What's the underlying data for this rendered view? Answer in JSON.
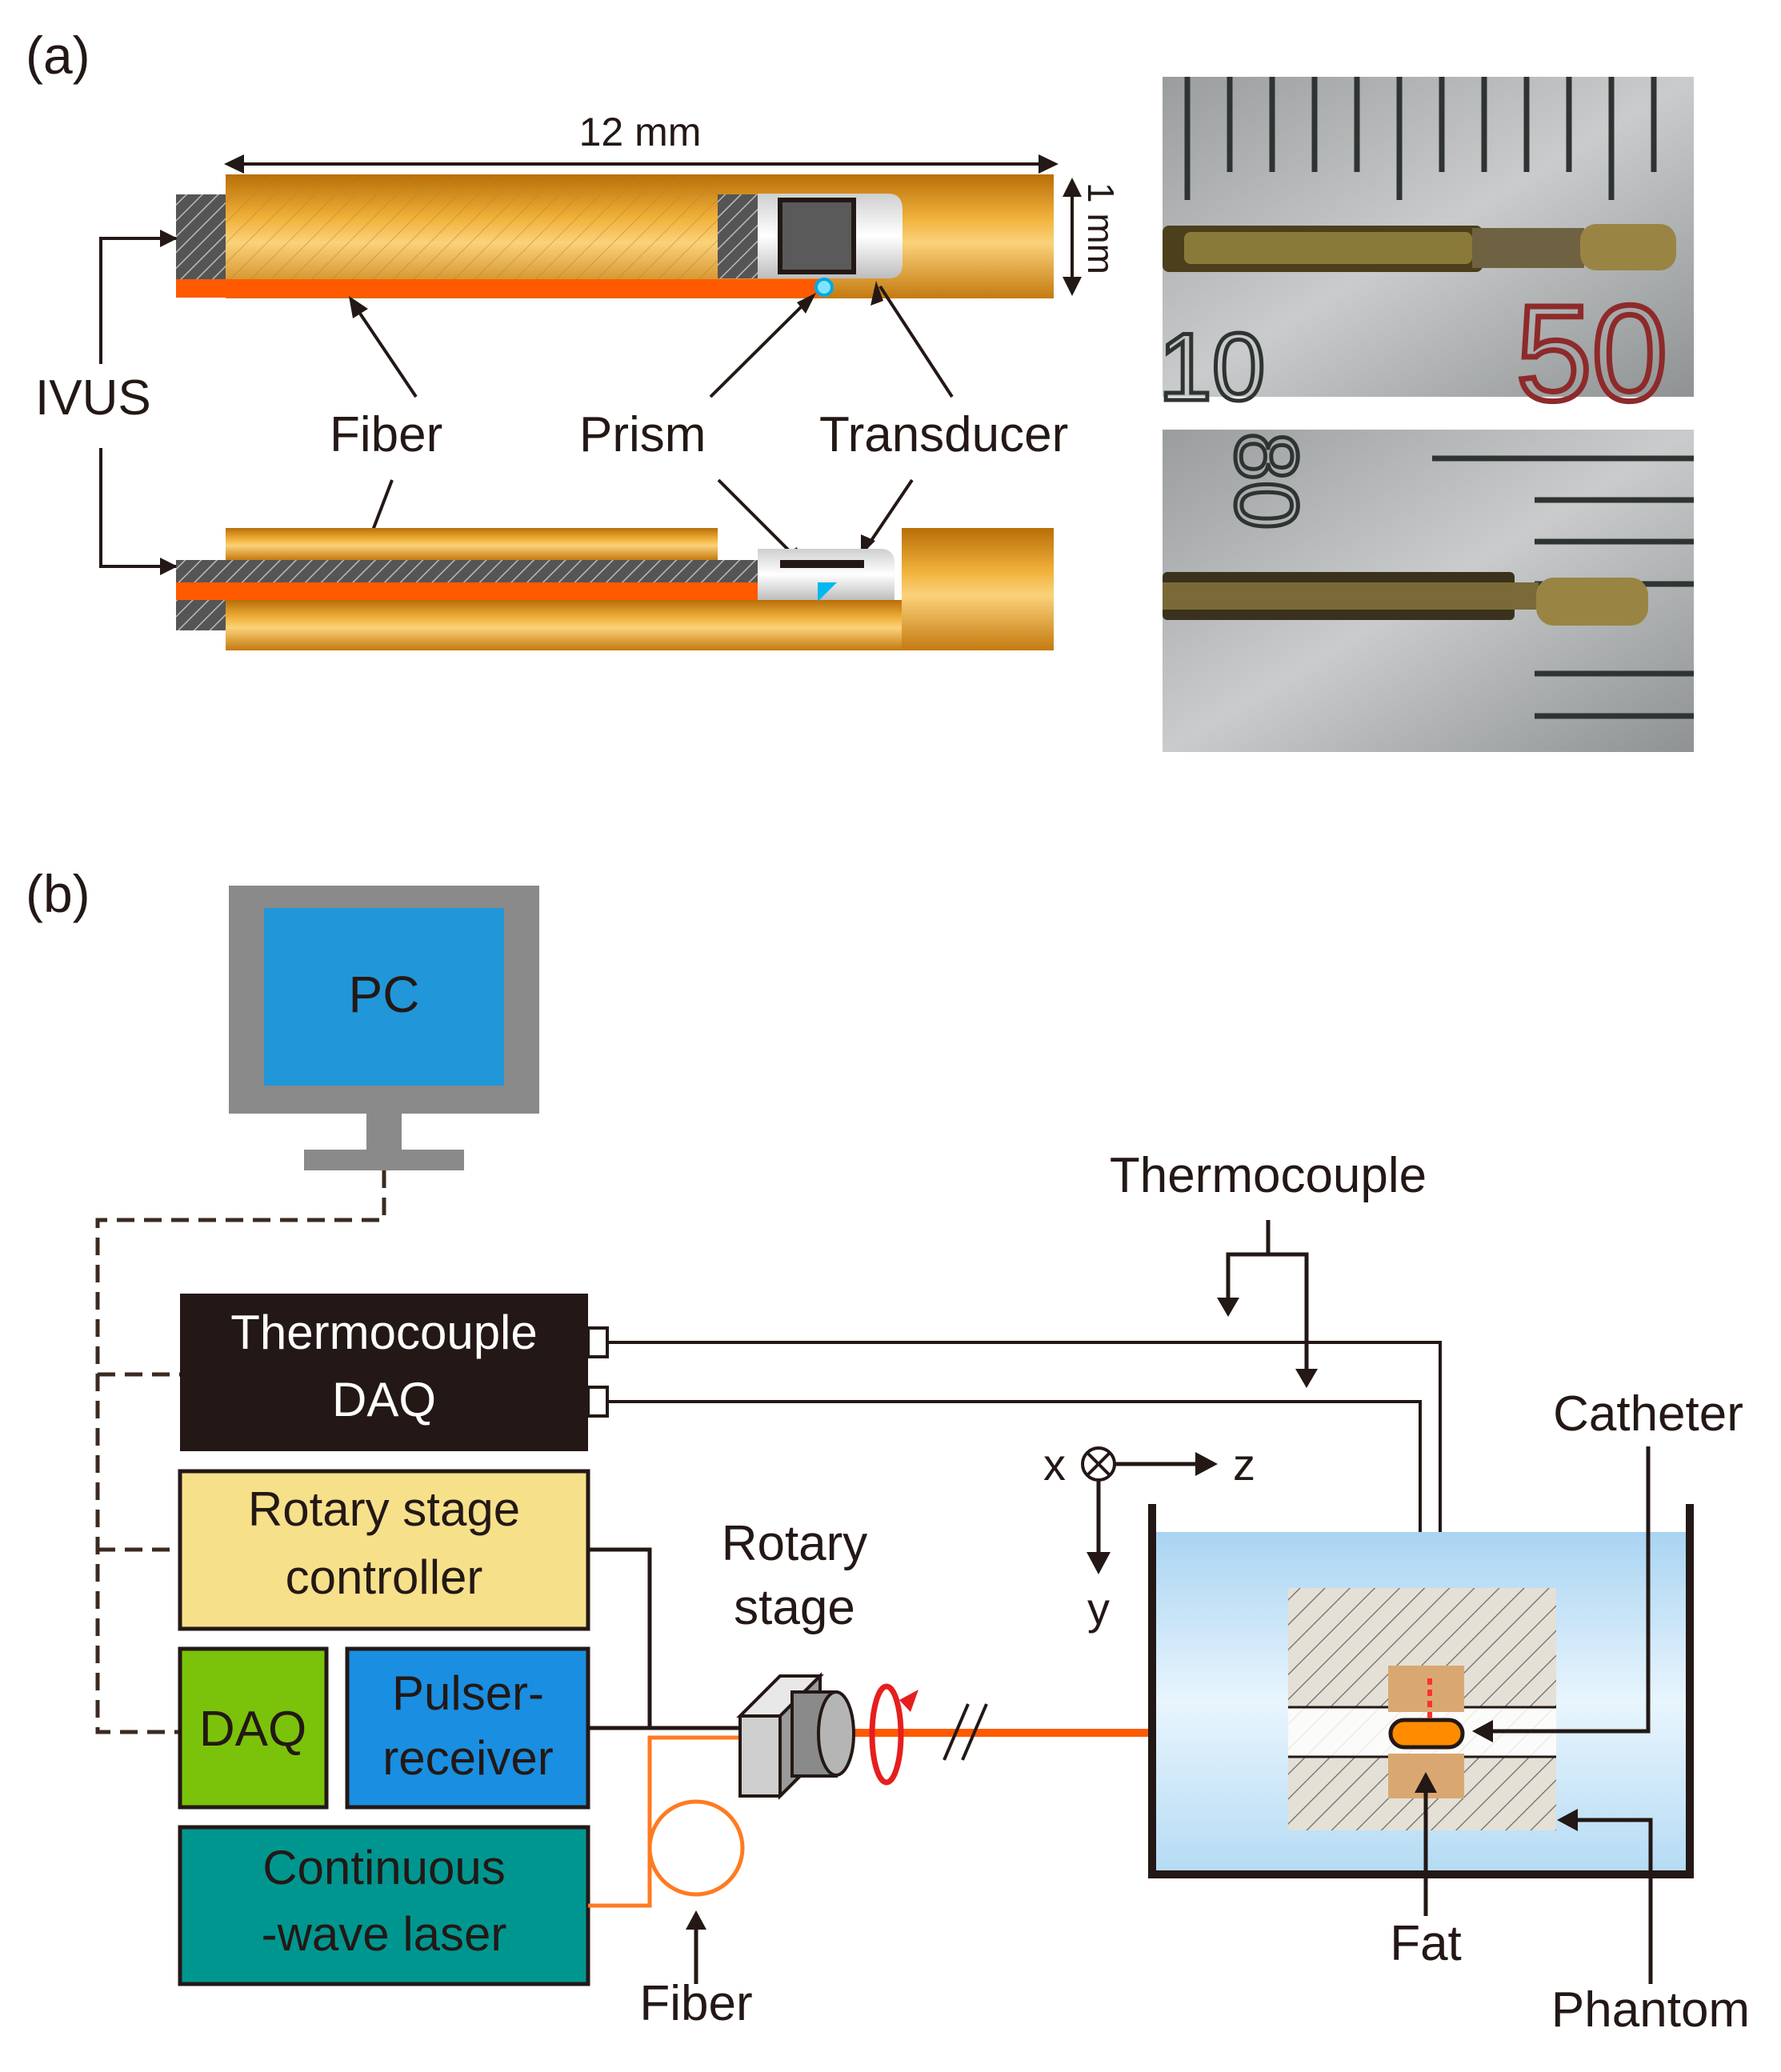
{
  "panel_a": {
    "label": "(a)",
    "length_dim": "12 mm",
    "width_dim": "1 mm",
    "ivus_label": "IVUS",
    "fiber_label": "Fiber",
    "prism_label": "Prism",
    "transducer_label": "Transducer",
    "photo_top_ruler_left": "10",
    "photo_top_ruler_right": "50",
    "photo_bottom_ruler": "80"
  },
  "panel_b": {
    "label": "(b)",
    "pc_label": "PC",
    "thermocouple_daq_line1": "Thermocouple",
    "thermocouple_daq_line2": "DAQ",
    "rotary_controller_line1": "Rotary stage",
    "rotary_controller_line2": "controller",
    "daq_label": "DAQ",
    "pulser_line1": "Pulser-",
    "pulser_line2": "receiver",
    "laser_line1": "Continuous",
    "laser_line2": "-wave laser",
    "thermocouple_label": "Thermocouple",
    "catheter_label": "Catheter",
    "rotary_stage_line1": "Rotary",
    "rotary_stage_line2": "stage",
    "axis_x": "x",
    "axis_z": "z",
    "axis_y": "y",
    "fiber_label": "Fiber",
    "fat_label": "Fat",
    "phantom_label": "Phantom"
  },
  "colors": {
    "gold": "#d9951e",
    "fiber_orange": "#ff5a00",
    "dark_box": "#231815",
    "yellow_box": "#f6e08a",
    "green_box": "#7ac30a",
    "blue_box": "#1a8ee0",
    "teal_box": "#009690",
    "pc_blue": "#2196d8",
    "monitor_gray": "#8a8a8a"
  }
}
